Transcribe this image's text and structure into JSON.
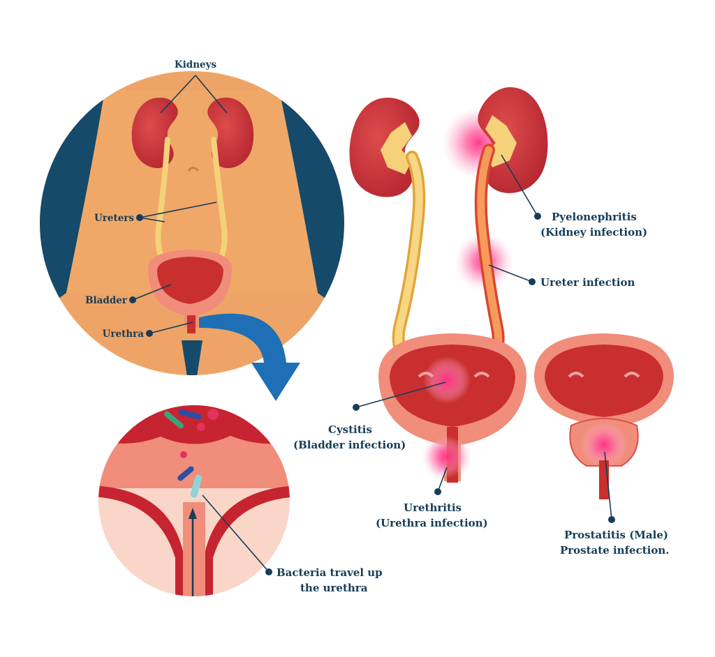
{
  "labels": {
    "kidneys": "Kidneys",
    "ureters": "Ureters",
    "bladder": "Bladder",
    "urethra": "Urethra",
    "pyelonephritis_line1": "Pyelonephritis",
    "pyelonephritis_line2": "(Kidney infection)",
    "ureter_infection": "Ureter infection",
    "cystitis_line1": "Cystitis",
    "cystitis_line2": "(Bladder infection)",
    "urethritis_line1": "Urethritis",
    "urethritis_line2": "(Urethra infection)",
    "prostatitis_line1": "Prostatitis (Male)",
    "prostatitis_line2": "Prostate infection.",
    "bacteria_line1": "Bacteria travel up",
    "bacteria_line2": "the urethra"
  },
  "colors": {
    "label_text": "#173c58",
    "skin": "#eea466",
    "dark_blue": "#164a6a",
    "kidney": "#c8323a",
    "ureter": "#f5d27a",
    "bladder_outer": "#f08d7b",
    "bladder_inner": "#c92f2e",
    "infection_pink": "#ff4f93",
    "arrow_blue": "#1e6fb5"
  },
  "icons": {
    "zoom_arrow": "curved-arrow-icon"
  }
}
